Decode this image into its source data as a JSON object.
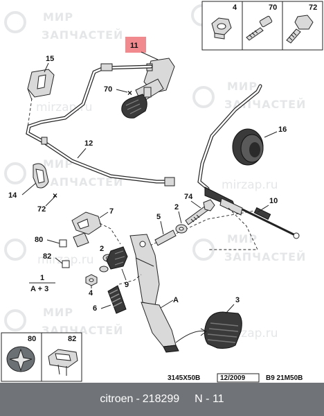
{
  "watermark": {
    "line1": "МИР",
    "line2": "ЗАПЧАСТЕЙ",
    "site": "mirzap.ru"
  },
  "callouts": {
    "c1": "1",
    "c2": "2",
    "c3": "3",
    "c4": "4",
    "c5": "5",
    "c6": "6",
    "c7": "7",
    "c9": "9",
    "c10": "10",
    "c11": "11",
    "c12": "12",
    "c14": "14",
    "c15": "15",
    "c16": "16",
    "c70": "70",
    "c72": "72",
    "c74": "74",
    "c80": "80",
    "c82": "82",
    "cA": "A",
    "formula": "A + 3"
  },
  "top_inset": {
    "items": [
      "4",
      "70",
      "72"
    ]
  },
  "bottom_inset": {
    "items": [
      "80",
      "82"
    ]
  },
  "references": {
    "drawing_no": "3145X50B",
    "date": "12/2009",
    "code": "B9 21M50B"
  },
  "footer": {
    "brand": "citroen",
    "separator": "-",
    "part_number": "218299",
    "position": "N - 11"
  },
  "colors": {
    "highlight": "#f08a8f",
    "footer_bg": "#707478",
    "watermark": "#cfd3d6"
  }
}
